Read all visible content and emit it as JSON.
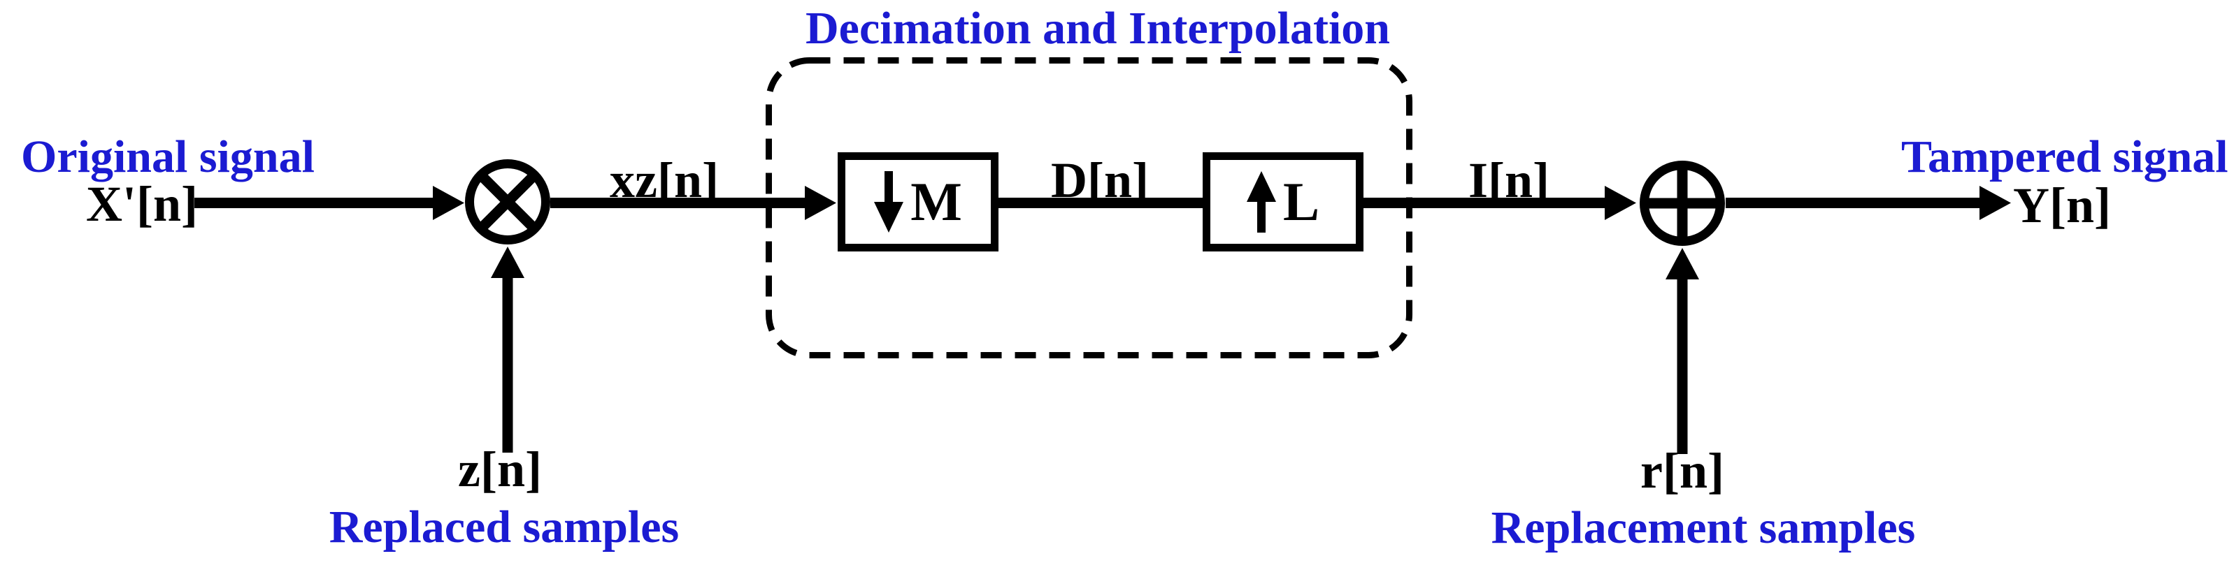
{
  "diagram": {
    "title": "Decimation and Interpolation",
    "colors": {
      "label_blue": "#1b1bd2",
      "ink_black": "#000000",
      "background": "#ffffff"
    },
    "labels": {
      "original_signal_caption": "Original signal",
      "input_signal": "X'[n]",
      "multiplied_signal": "xz[n]",
      "decimated_signal": "D[n]",
      "interpolated_signal": "I[n]",
      "output_signal": "Y[n]",
      "tampered_signal_caption": "Tampered signal",
      "replaced_input": "z[n]",
      "replaced_caption": "Replaced samples",
      "replacement_input": "r[n]",
      "replacement_caption": "Replacement samples"
    },
    "blocks": {
      "decimator": {
        "letter": "M",
        "arrow": "down"
      },
      "interpolator": {
        "letter": "L",
        "arrow": "up"
      }
    },
    "operators": {
      "multiplier": "circled-times",
      "adder": "circled-plus"
    }
  }
}
